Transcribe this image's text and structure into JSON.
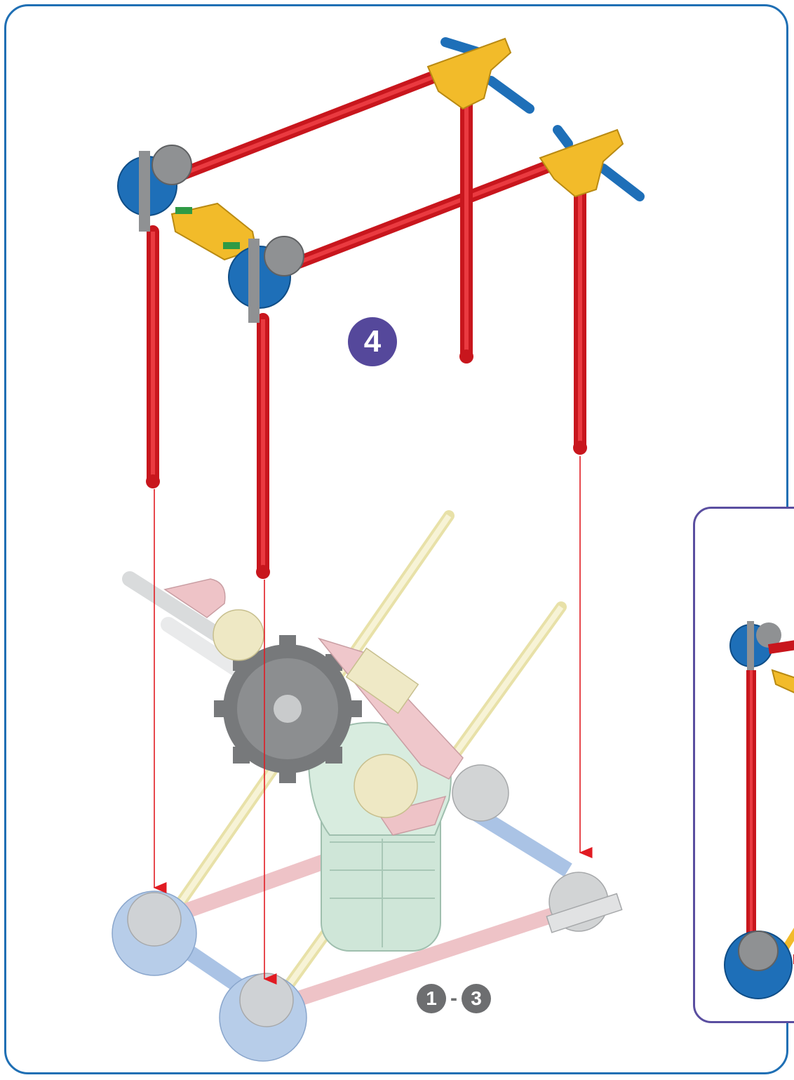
{
  "step": {
    "number": "4"
  },
  "reference": {
    "from": "1",
    "separator": "-",
    "to": "3"
  },
  "colors": {
    "frame": "#1f6fb4",
    "inset_frame": "#5a4ea0",
    "badge": "#55489b",
    "reference_badge": "#6d6e70",
    "rod_red": "#e11b22",
    "connector_yellow": "#f2bb2a",
    "connector_blue": "#1e6fb8",
    "connector_grey": "#8f9193",
    "arrow": "#e11b22",
    "faded_yellow": "#f1ecc0",
    "faded_pink": "#f0cdd0",
    "faded_blue": "#b7cde9",
    "motor": "#cfe6d8"
  }
}
